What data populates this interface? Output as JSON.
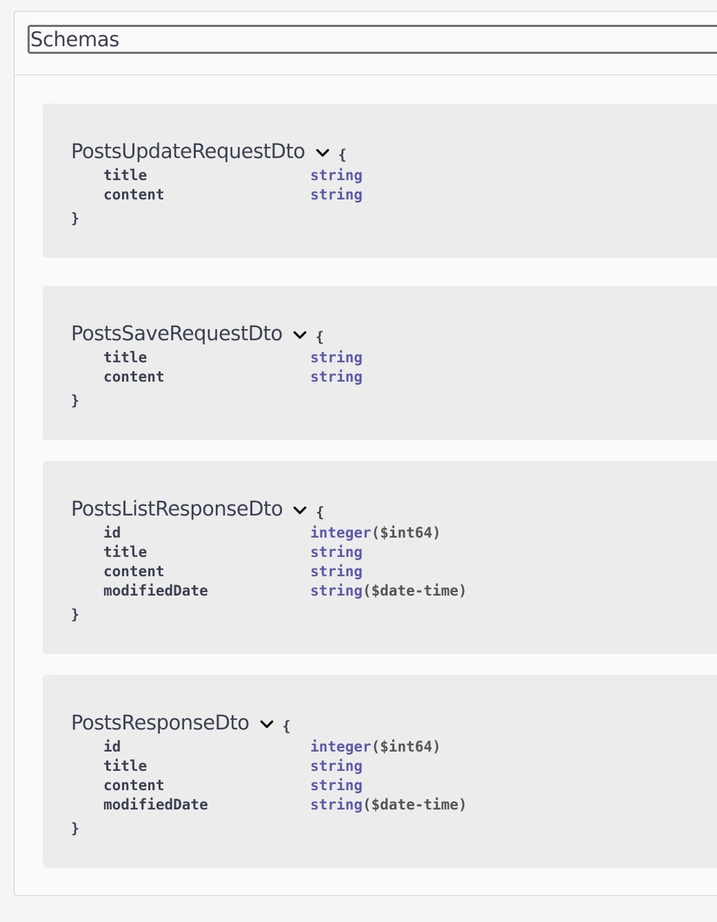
{
  "schemas_section": {
    "title": "Schemas"
  },
  "icons": {
    "expand": "chevron-down-icon"
  },
  "colors": {
    "type_color": "#5b5ba5",
    "text_color": "#3b4151",
    "model_bg": "#ececec"
  },
  "models": [
    {
      "name": "PostsUpdateRequestDto",
      "open_brace": "{",
      "close_brace": "}",
      "properties": [
        {
          "name": "title",
          "type": "string",
          "format": ""
        },
        {
          "name": "content",
          "type": "string",
          "format": ""
        }
      ]
    },
    {
      "name": "PostsSaveRequestDto",
      "open_brace": "{",
      "close_brace": "}",
      "properties": [
        {
          "name": "title",
          "type": "string",
          "format": ""
        },
        {
          "name": "content",
          "type": "string",
          "format": ""
        }
      ]
    },
    {
      "name": "PostsListResponseDto",
      "open_brace": "{",
      "close_brace": "}",
      "properties": [
        {
          "name": "id",
          "type": "integer",
          "format": "($int64)"
        },
        {
          "name": "title",
          "type": "string",
          "format": ""
        },
        {
          "name": "content",
          "type": "string",
          "format": ""
        },
        {
          "name": "modifiedDate",
          "type": "string",
          "format": "($date-time)"
        }
      ]
    },
    {
      "name": "PostsResponseDto",
      "open_brace": "{",
      "close_brace": "}",
      "properties": [
        {
          "name": "id",
          "type": "integer",
          "format": "($int64)"
        },
        {
          "name": "title",
          "type": "string",
          "format": ""
        },
        {
          "name": "content",
          "type": "string",
          "format": ""
        },
        {
          "name": "modifiedDate",
          "type": "string",
          "format": "($date-time)"
        }
      ]
    }
  ]
}
